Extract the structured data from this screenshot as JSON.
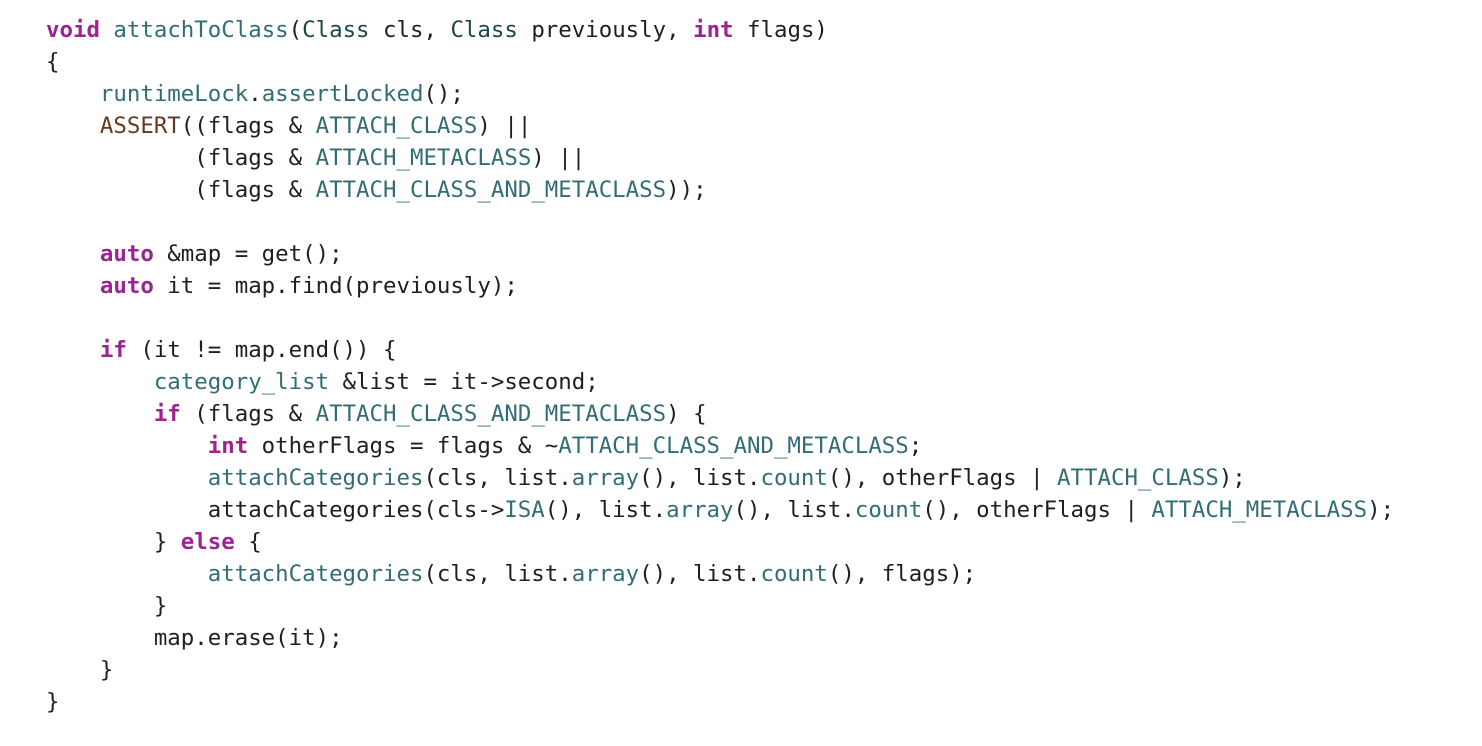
{
  "colors": {
    "background": "#ffffff",
    "plain": "#1f1f1f",
    "keyword": "#9b2393",
    "identifier": "#326d74",
    "type": "#1c464a",
    "macro": "#643820"
  },
  "code": {
    "lines": [
      {
        "indent": 0,
        "tokens": [
          [
            "kw",
            "void"
          ],
          [
            "pl",
            " "
          ],
          [
            "fn",
            "attachToClass"
          ],
          [
            "pl",
            "("
          ],
          [
            "ty",
            "Class"
          ],
          [
            "pl",
            " cls, "
          ],
          [
            "ty",
            "Class"
          ],
          [
            "pl",
            " previously, "
          ],
          [
            "kw",
            "int"
          ],
          [
            "pl",
            " flags)"
          ]
        ]
      },
      {
        "indent": 0,
        "tokens": [
          [
            "pl",
            "{"
          ]
        ]
      },
      {
        "indent": 4,
        "tokens": [
          [
            "fn",
            "runtimeLock"
          ],
          [
            "pl",
            "."
          ],
          [
            "fn",
            "assertLocked"
          ],
          [
            "pl",
            "();"
          ]
        ]
      },
      {
        "indent": 4,
        "tokens": [
          [
            "mc",
            "ASSERT"
          ],
          [
            "pl",
            "((flags & "
          ],
          [
            "fn",
            "ATTACH_CLASS"
          ],
          [
            "pl",
            ") ||"
          ]
        ]
      },
      {
        "indent": 11,
        "tokens": [
          [
            "pl",
            "(flags & "
          ],
          [
            "fn",
            "ATTACH_METACLASS"
          ],
          [
            "pl",
            ") ||"
          ]
        ]
      },
      {
        "indent": 11,
        "tokens": [
          [
            "pl",
            "(flags & "
          ],
          [
            "fn",
            "ATTACH_CLASS_AND_METACLASS"
          ],
          [
            "pl",
            "));"
          ]
        ]
      },
      {
        "indent": 0,
        "tokens": []
      },
      {
        "indent": 4,
        "tokens": [
          [
            "kw",
            "auto"
          ],
          [
            "pl",
            " &map = get();"
          ]
        ]
      },
      {
        "indent": 4,
        "tokens": [
          [
            "kw",
            "auto"
          ],
          [
            "pl",
            " it = map.find(previously);"
          ]
        ]
      },
      {
        "indent": 0,
        "tokens": []
      },
      {
        "indent": 4,
        "tokens": [
          [
            "kw",
            "if"
          ],
          [
            "pl",
            " (it != map.end()) {"
          ]
        ]
      },
      {
        "indent": 8,
        "tokens": [
          [
            "fn",
            "category_list"
          ],
          [
            "pl",
            " &list = it->second;"
          ]
        ]
      },
      {
        "indent": 8,
        "tokens": [
          [
            "kw",
            "if"
          ],
          [
            "pl",
            " (flags & "
          ],
          [
            "fn",
            "ATTACH_CLASS_AND_METACLASS"
          ],
          [
            "pl",
            ") {"
          ]
        ]
      },
      {
        "indent": 12,
        "tokens": [
          [
            "kw",
            "int"
          ],
          [
            "pl",
            " otherFlags = flags & ~"
          ],
          [
            "fn",
            "ATTACH_CLASS_AND_METACLASS"
          ],
          [
            "pl",
            ";"
          ]
        ]
      },
      {
        "indent": 12,
        "tokens": [
          [
            "fn",
            "attachCategories"
          ],
          [
            "pl",
            "(cls, list."
          ],
          [
            "fn",
            "array"
          ],
          [
            "pl",
            "(), list."
          ],
          [
            "fn",
            "count"
          ],
          [
            "pl",
            "(), otherFlags | "
          ],
          [
            "fn",
            "ATTACH_CLASS"
          ],
          [
            "pl",
            ");"
          ]
        ]
      },
      {
        "indent": 12,
        "tokens": [
          [
            "pl",
            "attachCategories(cls->"
          ],
          [
            "fn",
            "ISA"
          ],
          [
            "pl",
            "(), list."
          ],
          [
            "fn",
            "array"
          ],
          [
            "pl",
            "(), list."
          ],
          [
            "fn",
            "count"
          ],
          [
            "pl",
            "(), otherFlags | "
          ],
          [
            "fn",
            "ATTACH_METACLASS"
          ],
          [
            "pl",
            ");"
          ]
        ]
      },
      {
        "indent": 8,
        "tokens": [
          [
            "pl",
            "} "
          ],
          [
            "kw",
            "else"
          ],
          [
            "pl",
            " {"
          ]
        ]
      },
      {
        "indent": 12,
        "tokens": [
          [
            "fn",
            "attachCategories"
          ],
          [
            "pl",
            "(cls, list."
          ],
          [
            "fn",
            "array"
          ],
          [
            "pl",
            "(), list."
          ],
          [
            "fn",
            "count"
          ],
          [
            "pl",
            "(), flags);"
          ]
        ]
      },
      {
        "indent": 8,
        "tokens": [
          [
            "pl",
            "}"
          ]
        ]
      },
      {
        "indent": 8,
        "tokens": [
          [
            "pl",
            "map.erase(it);"
          ]
        ]
      },
      {
        "indent": 4,
        "tokens": [
          [
            "pl",
            "}"
          ]
        ]
      },
      {
        "indent": 0,
        "tokens": [
          [
            "pl",
            "}"
          ]
        ]
      }
    ]
  }
}
